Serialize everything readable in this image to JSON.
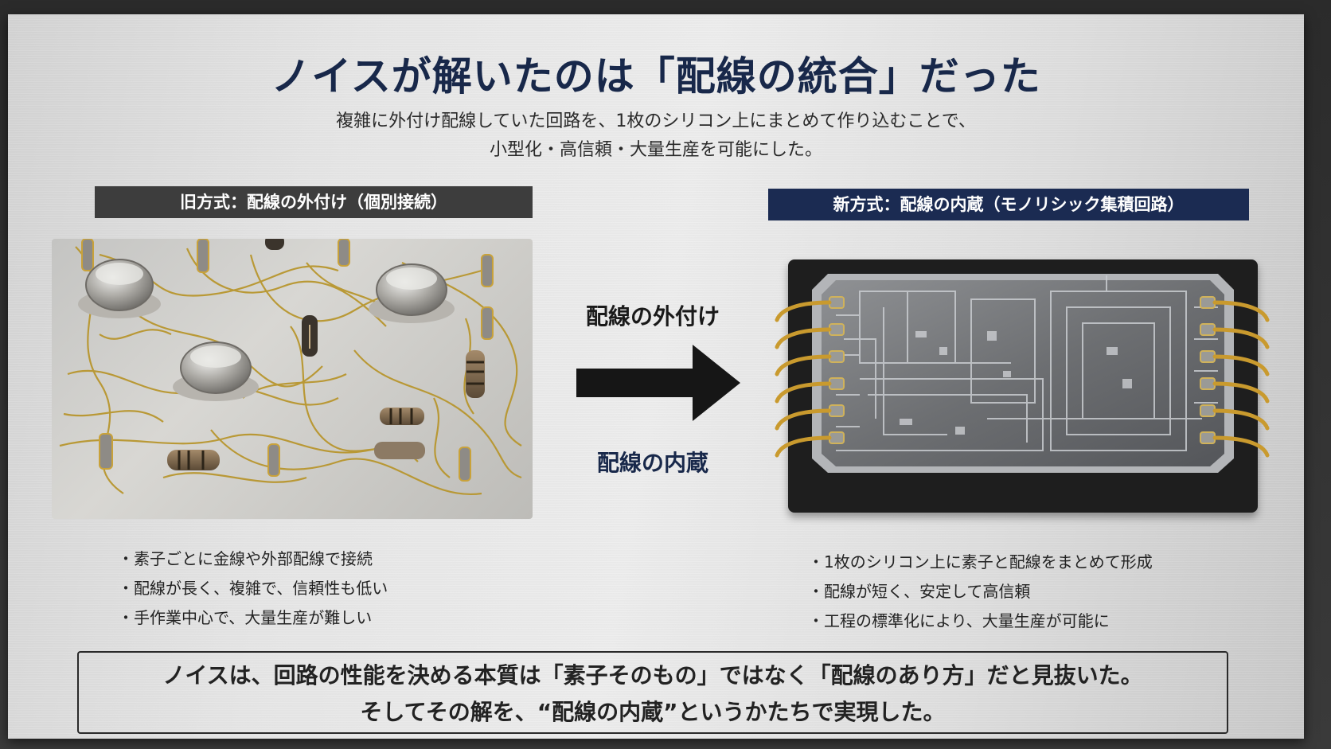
{
  "title": "ノイスが解いたのは「配線の統合」だった",
  "subtitle": {
    "line1": "複雑に外付け配線していた回路を、1枚のシリコン上にまとめて作り込むことで、",
    "line2": "小型化・高信頼・大量生産を可能にした。"
  },
  "old_method": {
    "label": "旧方式：配線の外付け（個別接続）",
    "bullets": [
      "・素子ごとに金線や外部配線で接続",
      "・配線が長く、複雑で、信頼性も低い",
      "・手作業中心で、大量生産が難しい"
    ]
  },
  "new_method": {
    "label": "新方式：配線の内蔵（モノリシック集積回路）",
    "bullets": [
      "・1枚のシリコン上に素子と配線をまとめて形成",
      "・配線が短く、安定して高信頼",
      "・工程の標準化により、大量生産が可能に"
    ]
  },
  "transition": {
    "top_label": "配線の外付け",
    "bottom_label": "配線の内蔵"
  },
  "conclusion": {
    "line1": "ノイスは、回路の性能を決める本質は「素子そのもの」ではなく「配線のあり方」だと見抜いた。",
    "line2": "そしてその解を、“配線の内蔵”というかたちで実現した。"
  },
  "colors": {
    "navy": "#1b2b52",
    "title_navy": "#18284a",
    "dark_gray_bar": "#3d3d3d",
    "gold_wire": "#b8962e"
  }
}
